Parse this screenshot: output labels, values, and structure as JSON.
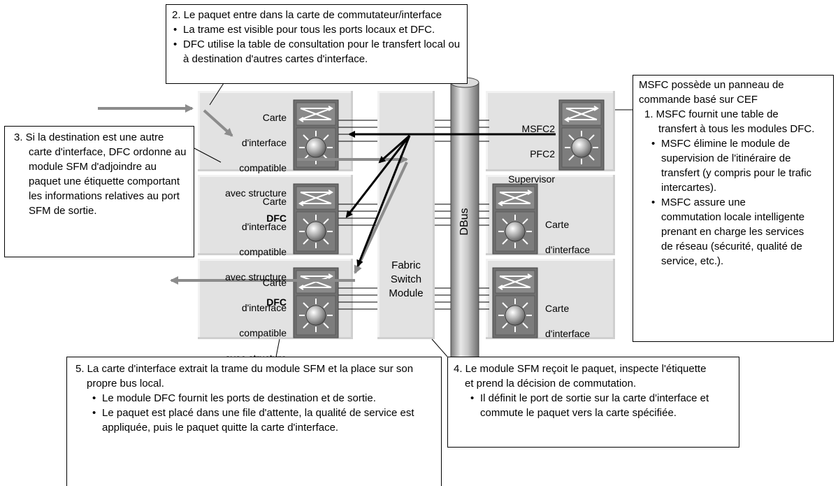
{
  "cards": {
    "dfc_label_lines": [
      "Carte",
      "d'interface",
      "compatible",
      "avec structure"
    ],
    "dfc_tag": "DFC",
    "supervisor_lines": [
      "MSFC2",
      "PFC2",
      "Supervisor"
    ],
    "interface_lines": [
      "Carte",
      "d'interface"
    ]
  },
  "fabric": {
    "label_lines": [
      "Fabric",
      "Switch",
      "Module"
    ]
  },
  "dbus": {
    "label": "DBus"
  },
  "callouts": {
    "c2": {
      "heading": "2. Le paquet entre dans la carte de commutateur/interface",
      "bullets": [
        "La trame est visible pour tous les ports locaux et DFC.",
        "DFC utilise la table de consultation pour le transfert local ou à destination d'autres cartes d'interface."
      ]
    },
    "c3": {
      "text": "3. Si la destination est une autre carte d'interface, DFC ordonne au module SFM d'adjoindre au paquet une étiquette comportant les informations relatives au port SFM de sortie."
    },
    "msfc": {
      "heading": "MSFC possède un panneau de commande basé sur CEF",
      "item1": "1. MSFC fournit une table de transfert à tous les modules DFC.",
      "bullets": [
        "MSFC élimine le module de supervision de l'itinéraire de transfert (y compris pour le trafic intercartes).",
        "MSFC assure une commutation locale intelligente prenant en charge les services de réseau (sécurité, qualité de service, etc.)."
      ]
    },
    "c5": {
      "heading": "5. La carte d'interface extrait la trame du module SFM et la place sur son propre bus local.",
      "bullets": [
        "Le module DFC fournit les ports de destination et de sortie.",
        "Le paquet est placé dans une file d'attente, la qualité de service est appliquée, puis le paquet quitte la carte d'interface."
      ]
    },
    "c4": {
      "heading": "4. Le module SFM reçoit le paquet, inspecte l'étiquette et prend la décision de commutation.",
      "bullets": [
        "Il définit le port de sortie sur la carte d'interface et commute le paquet vers la carte spécifiée."
      ]
    }
  }
}
